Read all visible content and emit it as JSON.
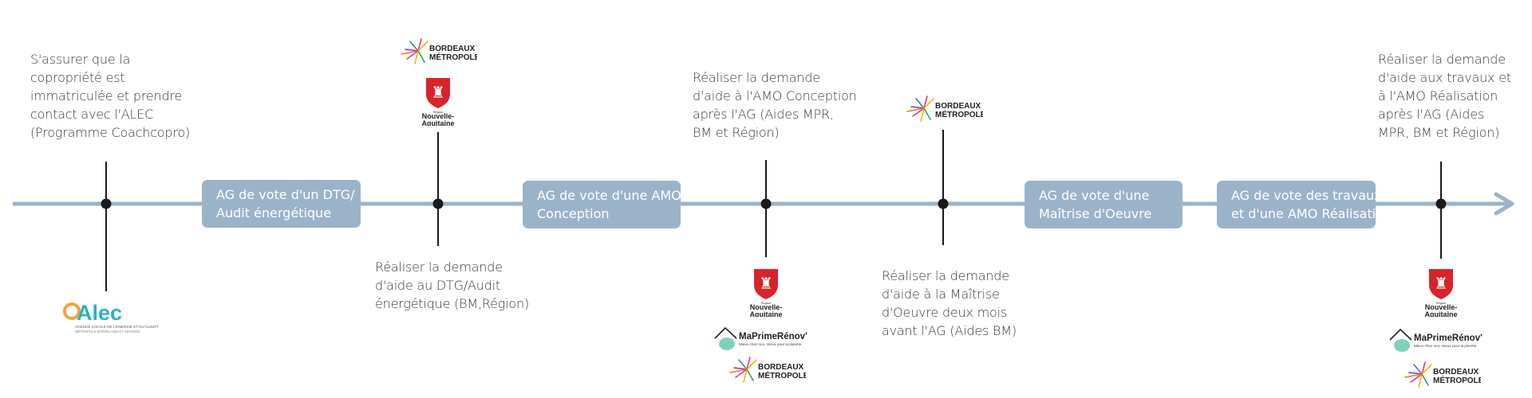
{
  "notes": {
    "alec": "S'assurer que la\ncopropriété est\nimmatriculée et prendre\ncontact avec l'ALEC\n(Programme Coachcopro)",
    "dtg_aid": "Réaliser la demande\nd'aide au DTG/Audit\nénergétique (BM,Région)",
    "amo_aid": "Réaliser la demande\nd'aide à l'AMO Conception\naprès l'AG (Aides MPR,\nBM et Région)",
    "moe_aid": "Réaliser la demande\nd'aide à la Maîtrise\nd'Oeuvre deux mois\navant l'AG (Aides BM)",
    "works_aid": "Réaliser la demande\nd'aide aux travaux et\nà l'AMO Réalisation\naprès l'AG (Aides\nMPR, BM et Région)"
  },
  "boxes": {
    "dtg": "AG de vote d'un DTG/\nAudit énergétique",
    "amo": "AG de vote d'une AMO\nConception",
    "moe": "AG de vote d'une\nMaîtrise d'Oeuvre",
    "works": "AG de vote des travaux\net d'une AMO Réalisation"
  },
  "logos": {
    "alec_name": "Alec",
    "alec_tag1": "AGENCE LOCALE DE L'ÉNERGIE ET DU CLIMAT",
    "alec_tag2": "MÉTROPOLE BORDELAISE ET GIRONDE",
    "bm_line1": "BORDEAUX",
    "bm_line2": "MÉTROPOLE",
    "na_small": "Région",
    "na_line1": "Nouvelle-",
    "na_line2": "Aquitaine",
    "mpr_name": "MaPrimeRénov'",
    "mpr_tag": "Mieux chez moi, mieux pour la planète"
  },
  "colors": {
    "line": "#9bb3c9",
    "box": "#9bb3c9",
    "dot": "#1a1a1a",
    "na_red": "#d8232a",
    "alec_orange": "#f2a23a",
    "alec_teal": "#29b2c4",
    "mpr_green": "#7fd1b9"
  }
}
